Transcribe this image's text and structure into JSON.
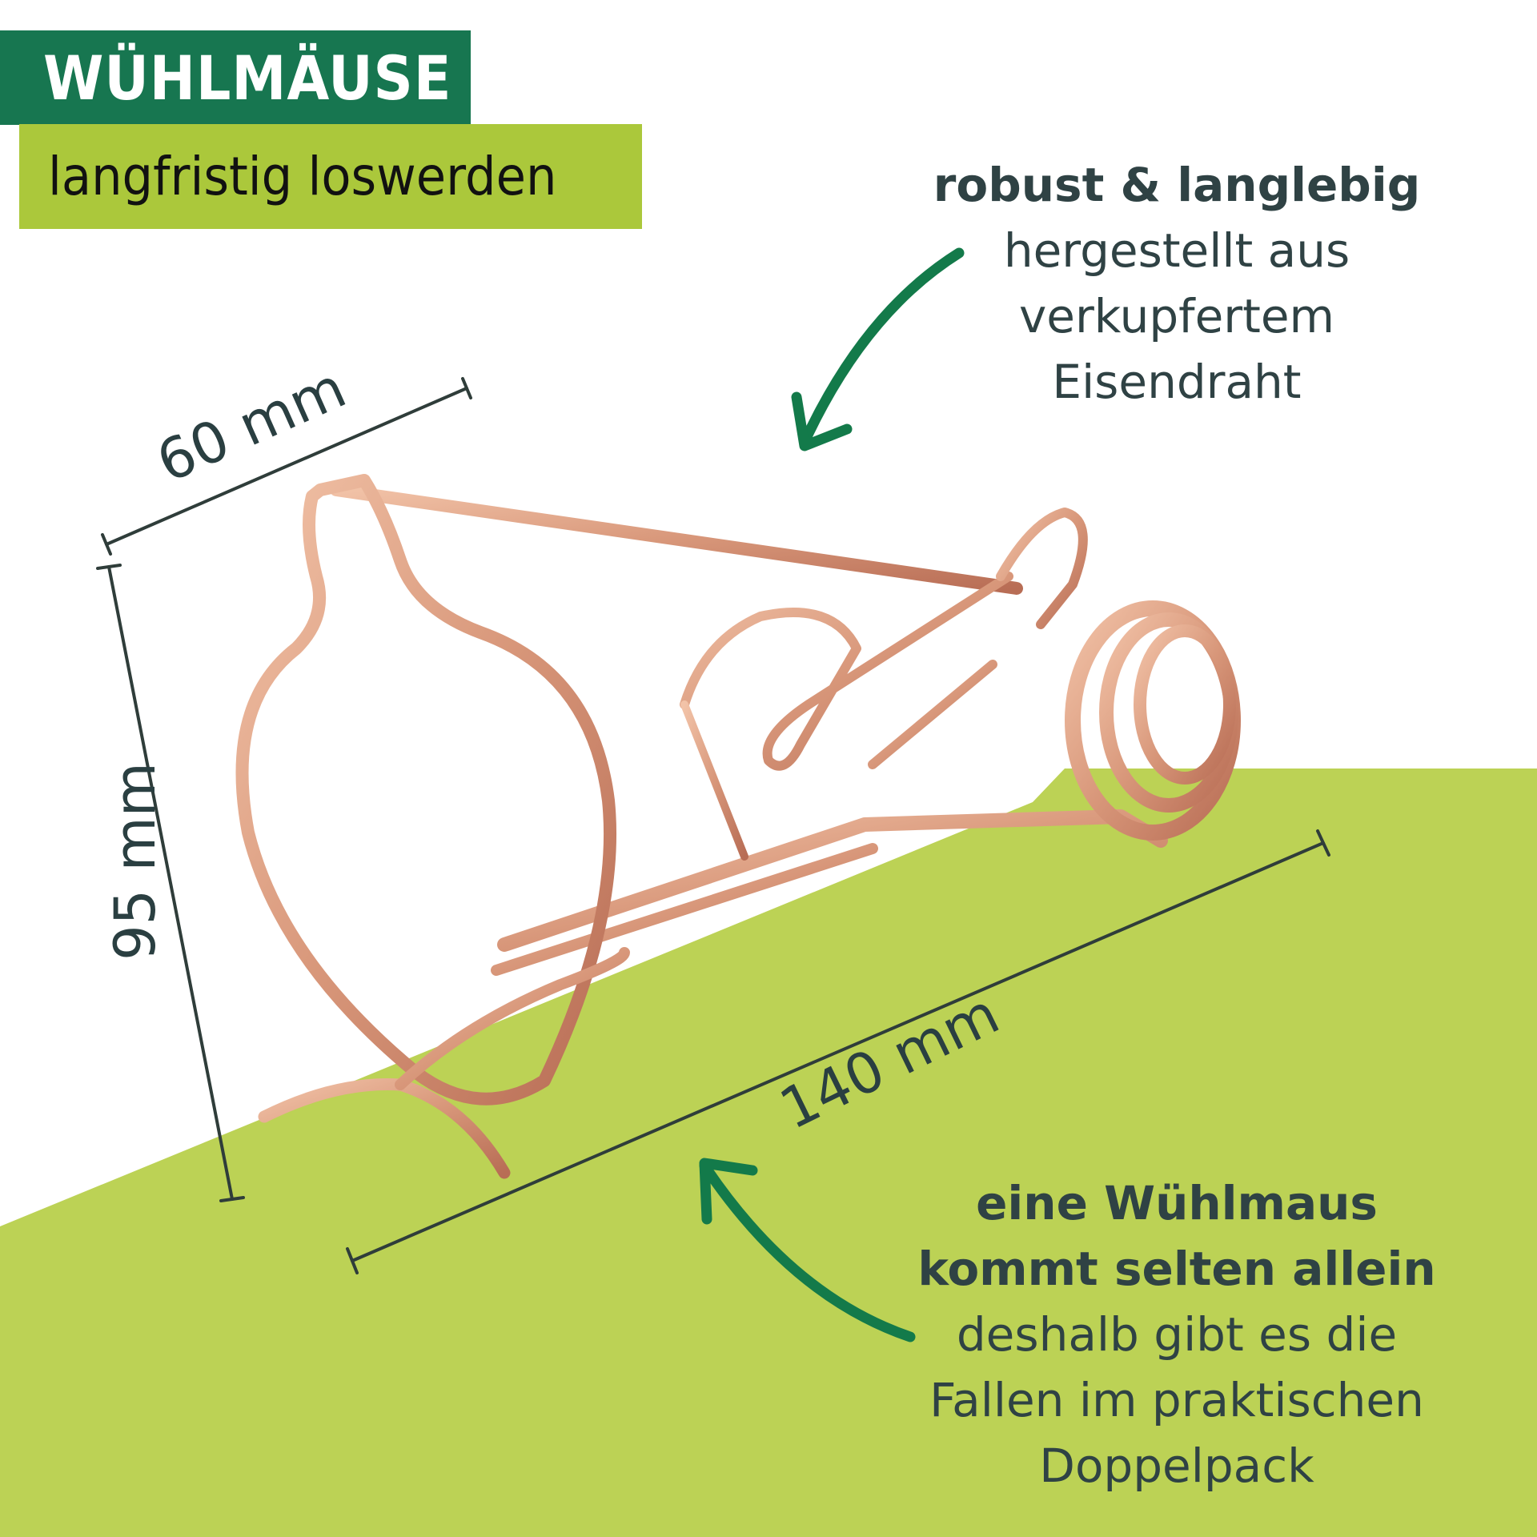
{
  "header": {
    "title": "WÜHLMÄUSE",
    "subtitle": "langfristig loswerden"
  },
  "callouts": {
    "material": {
      "heading": "robust & langlebig",
      "lines": [
        "hergestellt aus",
        "verkupfertem",
        "Eisendraht"
      ]
    },
    "pack": {
      "heading_lines": [
        "eine Wühlmaus",
        "kommt selten allein"
      ],
      "lines": [
        "deshalb gibt es die",
        "Fallen im praktischen",
        "Doppelpack"
      ]
    }
  },
  "dimensions": {
    "width": "60 mm",
    "height": "95 mm",
    "length": "140 mm"
  },
  "product": {
    "name": "copper-plated wire vole trap",
    "icon": "wire-trap-illustration"
  },
  "colors": {
    "dark_green": "#177650",
    "lime": "#abc83b",
    "background_lime": "#bcd255",
    "text_dark": "#2f4244",
    "arrow_green": "#137a4a",
    "copper": "#d8977a"
  }
}
